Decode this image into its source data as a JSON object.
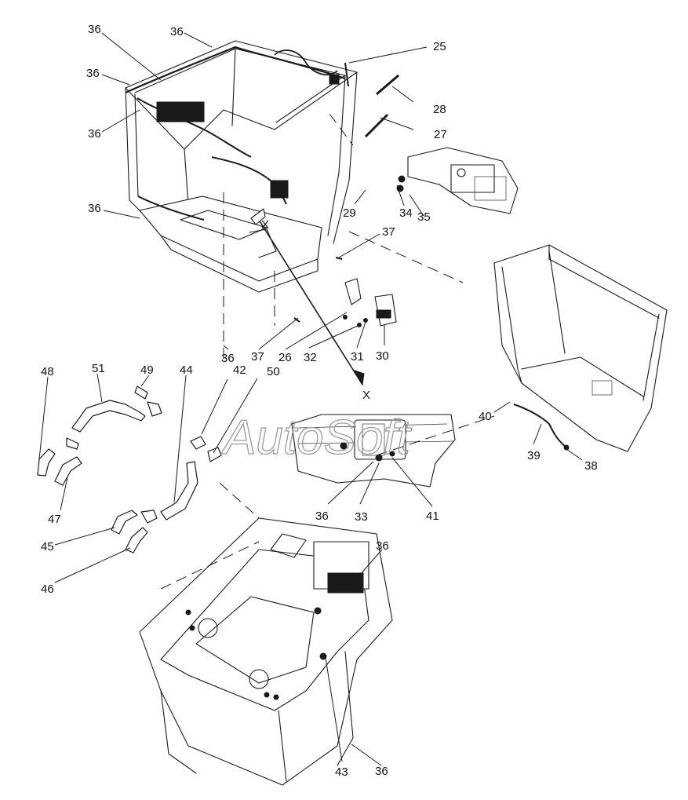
{
  "watermark": "AutoSoft",
  "view_marks": [
    "X",
    "X"
  ],
  "callouts": [
    "36",
    "36",
    "36",
    "36",
    "25",
    "28",
    "27",
    "36",
    "29",
    "34",
    "35",
    "37",
    "26",
    "32",
    "31",
    "30",
    "36",
    "37",
    "42",
    "50",
    "36",
    "33",
    "41",
    "40",
    "39",
    "38",
    "48",
    "51",
    "49",
    "44",
    "47",
    "45",
    "46",
    "36",
    "43",
    "36"
  ]
}
